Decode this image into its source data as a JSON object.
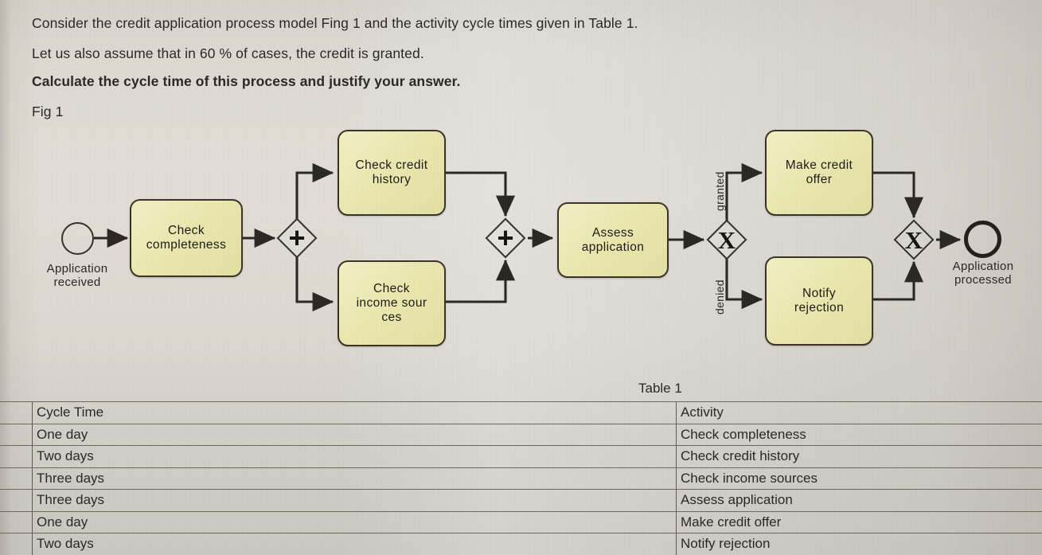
{
  "prose": {
    "line1": "Consider the credit application process model Fing 1 and the activity cycle times given in Table 1.",
    "line2": "Let us also assume that in 60 % of cases, the credit is granted.",
    "line3": "Calculate the cycle time of this process and justify your answer.",
    "line4": "Fig 1"
  },
  "diagram": {
    "start_event_label": "Application\nreceived",
    "end_event_label": "Application\nprocessed",
    "tasks": {
      "check_completeness": "Check\ncompleteness",
      "check_credit_history": "Check credit\nhistory",
      "check_income_sources": "Check\nincome sour\nces",
      "assess_application": "Assess\napplication",
      "make_credit_offer": "Make credit\noffer",
      "notify_rejection": "Notify\nrejection"
    },
    "gateways": {
      "and_split": "+",
      "and_join": "+",
      "xor_split": "X",
      "xor_join": "X"
    },
    "flow_labels": {
      "granted": "granted",
      "denied": "denied"
    },
    "colors": {
      "task_fill": "#eae8ae",
      "task_border": "#3b3328",
      "line": "#2b2723",
      "paper": "#ded9d2"
    }
  },
  "table1": {
    "caption": "Table 1",
    "headers": [
      "Cycle Time",
      "Activity"
    ],
    "rows": [
      [
        "One day",
        "Check completeness"
      ],
      [
        "Two days",
        "Check credit history"
      ],
      [
        "Three days",
        "Check income sources"
      ],
      [
        "Three days",
        "Assess application"
      ],
      [
        "One day",
        "Make credit offer"
      ],
      [
        "Two days",
        "Notify rejection"
      ]
    ]
  }
}
